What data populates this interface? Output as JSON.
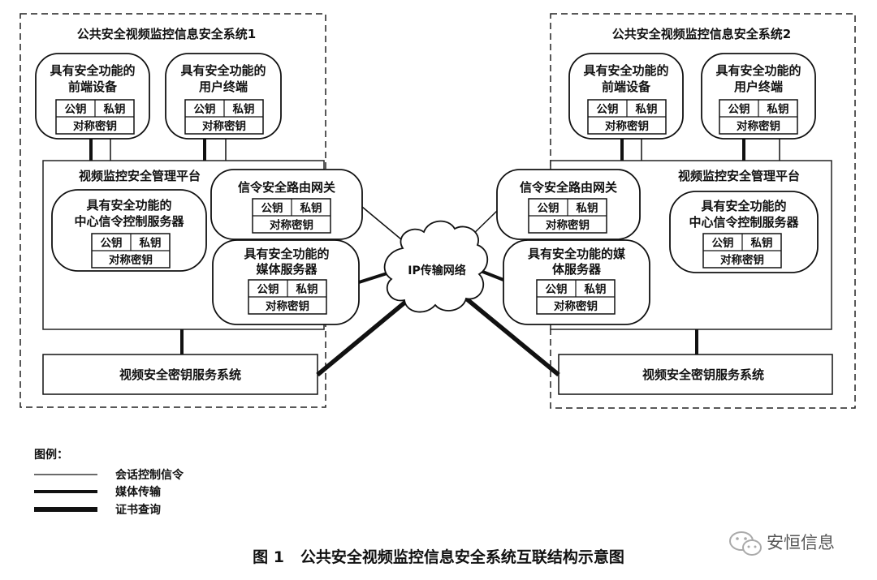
{
  "system1": {
    "title": "公共安全视频监控信息安全系统1",
    "frontend": {
      "line1": "具有安全功能的",
      "line2": "前端设备"
    },
    "terminal": {
      "line1": "具有安全功能的",
      "line2": "用户终端"
    },
    "platform": "视频监控安全管理平台",
    "center_server": {
      "line1": "具有安全功能的",
      "line2": "中心信令控制服务器"
    },
    "gateway": "信令安全路由网关",
    "media_server": {
      "line1": "具有安全功能的",
      "line2": "媒体服务器"
    },
    "key_service": "视频安全密钥服务系统"
  },
  "system2": {
    "title": "公共安全视频监控信息安全系统2",
    "frontend": {
      "line1": "具有安全功能的",
      "line2": "前端设备"
    },
    "terminal": {
      "line1": "具有安全功能的",
      "line2": "用户终端"
    },
    "platform": "视频监控安全管理平台",
    "center_server": {
      "line1": "具有安全功能的",
      "line2": "中心信令控制服务器"
    },
    "gateway": "信令安全路由网关",
    "media_server": {
      "line1": "具有安全功能的媒",
      "line2": "体服务器"
    },
    "key_service": "视频安全密钥服务系统"
  },
  "keys": {
    "public": "公钥",
    "private": "私钥",
    "symmetric": "对称密钥"
  },
  "network": "IP传输网络",
  "legend": {
    "title": "图例：",
    "items": [
      {
        "label": "会话控制信令",
        "weight": "thin"
      },
      {
        "label": "媒体传输",
        "weight": "medium"
      },
      {
        "label": "证书查询",
        "weight": "thick"
      }
    ]
  },
  "caption": "图 1   公共安全视频监控信息安全系统互联结构示意图",
  "watermark": "安恒信息"
}
